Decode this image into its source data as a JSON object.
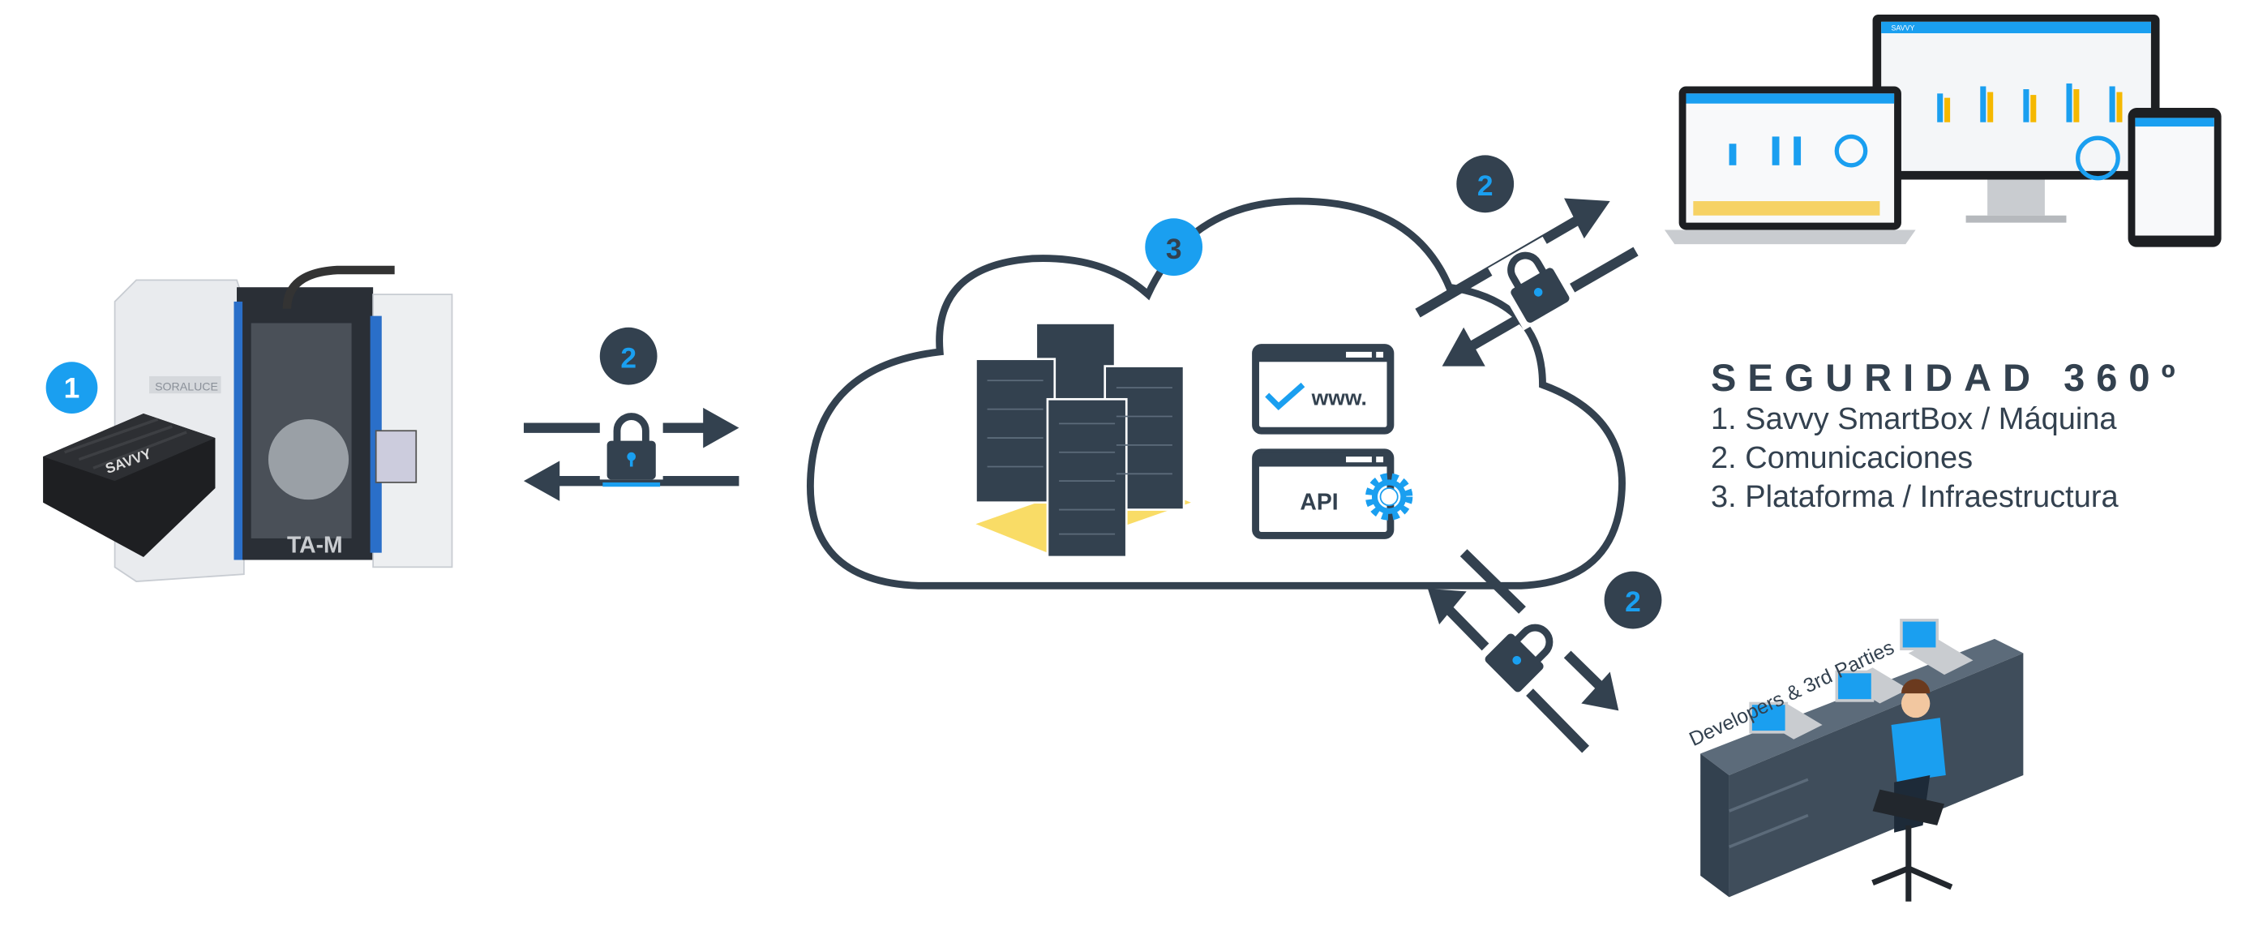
{
  "legend": {
    "title": "SEGURIDAD 360º",
    "items": [
      "1. Savvy SmartBox / Máquina",
      "2. Comunicaciones",
      "3. Plataforma / Infraestructura"
    ]
  },
  "badges": {
    "machine": "1",
    "comm": "2",
    "platform": "3"
  },
  "cloud": {
    "www_label": "www.",
    "api_label": "API"
  },
  "machine": {
    "brand": "SORALUCE",
    "model": "TA-M",
    "box_brand": "SAVVY"
  },
  "devices": {
    "brand": "SAVVY"
  },
  "developers": {
    "label": "Developers & 3rd Parties"
  },
  "colors": {
    "dark": "#33414f",
    "blue": "#1a9ff0"
  }
}
